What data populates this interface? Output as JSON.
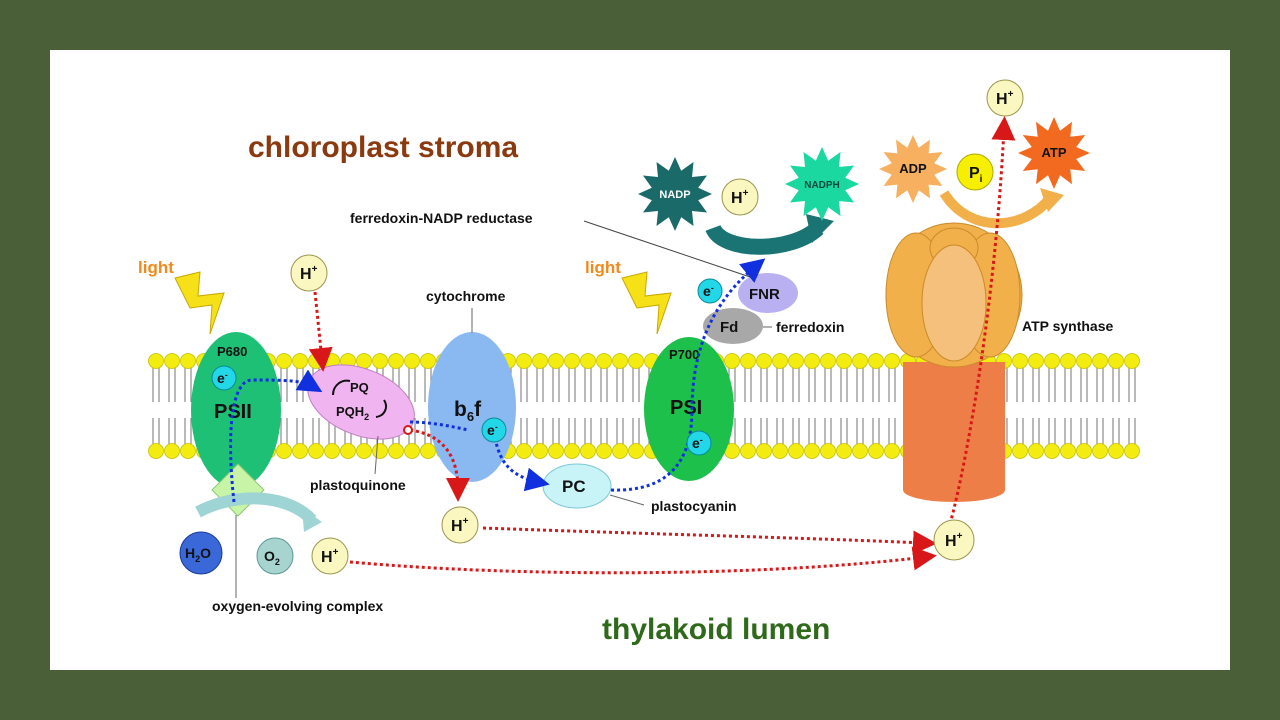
{
  "regions": {
    "stroma": "chloroplast stroma",
    "lumen": "thylakoid lumen"
  },
  "light_label": "light",
  "psii": {
    "name": "PSII",
    "pigment": "P680"
  },
  "psi": {
    "name": "PSI",
    "pigment": "P700"
  },
  "cytochrome": {
    "label": "cytochrome",
    "body_base": "b",
    "body_sub": "6",
    "body_tail": "f"
  },
  "plastoquinone": {
    "pq": "PQ",
    "pqh_base": "PQH",
    "pqh_sub": "2",
    "label": "plastoquinone"
  },
  "plastocyanin": {
    "abbr": "PC",
    "label": "plastocyanin"
  },
  "ferredoxin": {
    "abbr": "Fd",
    "label": "ferredoxin"
  },
  "fnr": {
    "abbr": "FNR",
    "label": "ferredoxin-NADP reductase"
  },
  "atp_synthase": {
    "label": "ATP synthase"
  },
  "oec_label": "oxygen-evolving complex",
  "molecules": {
    "nadp": "NADP",
    "nadph": "NADPH",
    "adp": "ADP",
    "atp": "ATP",
    "pi_base": "P",
    "pi_sub": "i",
    "h_base": "H",
    "h_sup": "+",
    "electron_base": "e",
    "electron_sup": "-",
    "water_base": "H",
    "water_sub": "2",
    "water_tail": "O",
    "oxygen_base": "O",
    "oxygen_sub": "2"
  },
  "colors": {
    "background": "#4a5e38",
    "psii": "#1dc074",
    "psi": "#1dc04a",
    "cytochrome": "#8ab8f0",
    "plastoquinone": "#f0b4f0",
    "plastocyanin": "#c8f4f8",
    "electron": "#22d8e8",
    "proton": "#fbf7c0",
    "atp_synthase_head": "#f4b454",
    "atp_synthase_stalk": "#ee7e48",
    "stroma_text": "#8b3a10",
    "lumen_text": "#2e6a1a",
    "light_text": "#f08a1a",
    "membrane_head": "#f2ec10"
  }
}
